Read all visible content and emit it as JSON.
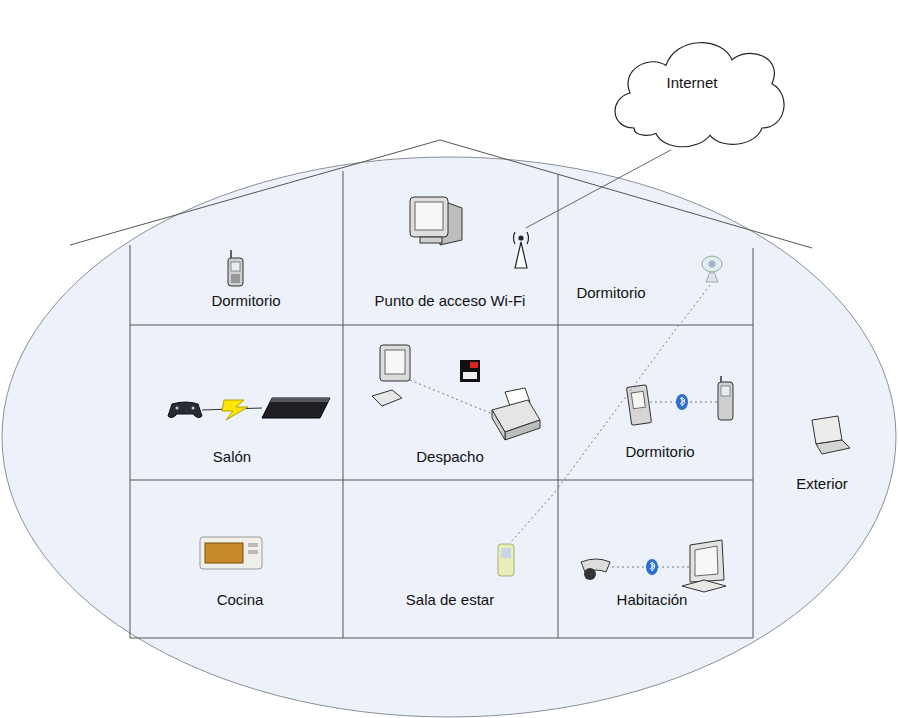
{
  "diagram": {
    "nodes": [
      {
        "text": [
          "Internet"
        ]
      },
      {
        "text": [
          "Dormitorio"
        ]
      },
      {
        "text": [
          "Punto de acceso Wi-Fi"
        ]
      },
      {
        "text": [
          "Dormitorio"
        ]
      },
      {
        "text": [
          "Salón"
        ]
      },
      {
        "text": [
          "Despacho"
        ]
      },
      {
        "text": [
          "Dormitorio"
        ]
      },
      {
        "text": [
          "Cocina"
        ]
      },
      {
        "text": [
          "Sala de estar"
        ]
      },
      {
        "text": [
          "Habitación"
        ]
      }
    ],
    "edges": [
      {
        "from": 0,
        "to": 2,
        "arrow": "none"
      },
      {
        "from": 3,
        "to": 8,
        "arrow": "none"
      }
    ],
    "labels": [
      "Exterior"
    ]
  }
}
